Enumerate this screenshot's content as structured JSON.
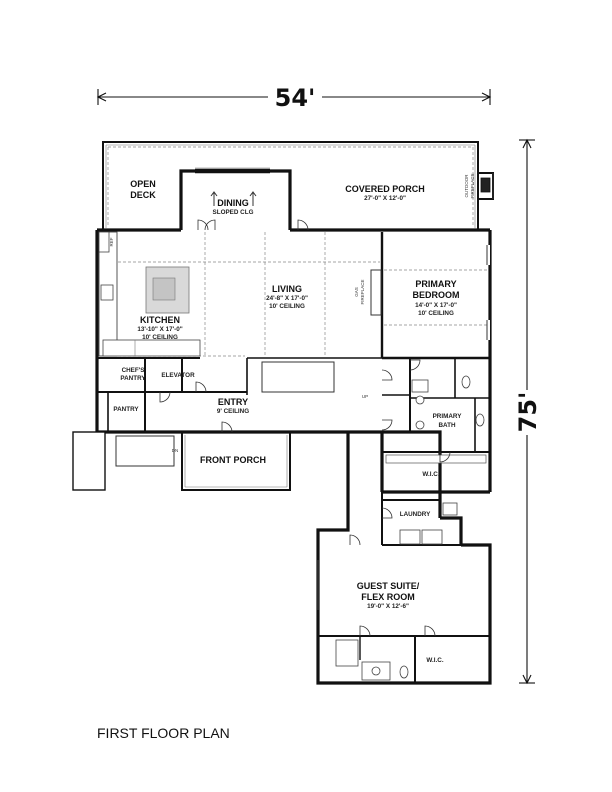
{
  "dimensions": {
    "width": "54'",
    "depth": "75'"
  },
  "title": "FIRST FLOOR PLAN",
  "rooms": {
    "open_deck": {
      "name1": "OPEN",
      "name2": "DECK"
    },
    "dining": {
      "name": "DINING",
      "note": "SLOPED CLG"
    },
    "covered_porch": {
      "name": "COVERED PORCH",
      "size": "27'-0\" X 12'-0\""
    },
    "outdoor_fireplace": {
      "line1": "OUTDOOR",
      "line2": "FIREPLACE"
    },
    "kitchen": {
      "name": "KITCHEN",
      "size": "13'-10\" X 17'-0\"",
      "ceiling": "10' CEILING"
    },
    "living": {
      "name": "LIVING",
      "size": "24'-8\" X 17'-0\"",
      "ceiling": "10' CEILING"
    },
    "gas_fireplace": {
      "line1": "GAS",
      "line2": "FIREPLACE"
    },
    "primary_bedroom": {
      "name1": "PRIMARY",
      "name2": "BEDROOM",
      "size": "14'-0\" X 17'-0\"",
      "ceiling": "10' CEILING"
    },
    "ref": "REF",
    "chefs_pantry": {
      "line1": "CHEF'S",
      "line2": "PANTRY"
    },
    "elevator": "ELEVATOR",
    "pantry": "PANTRY",
    "entry": {
      "name": "ENTRY",
      "ceiling": "9' CEILING"
    },
    "primary_bath": {
      "line1": "PRIMARY",
      "line2": "BATH"
    },
    "primary_wic": "W.I.C.",
    "front_porch": "FRONT PORCH",
    "laundry": "LAUNDRY",
    "guest_suite": {
      "name1": "GUEST SUITE/",
      "name2": "FLEX ROOM",
      "size": "19'-0\" X 12'-6\""
    },
    "guest_wic": "W.I.C.",
    "up": "UP",
    "dn": "DN"
  }
}
